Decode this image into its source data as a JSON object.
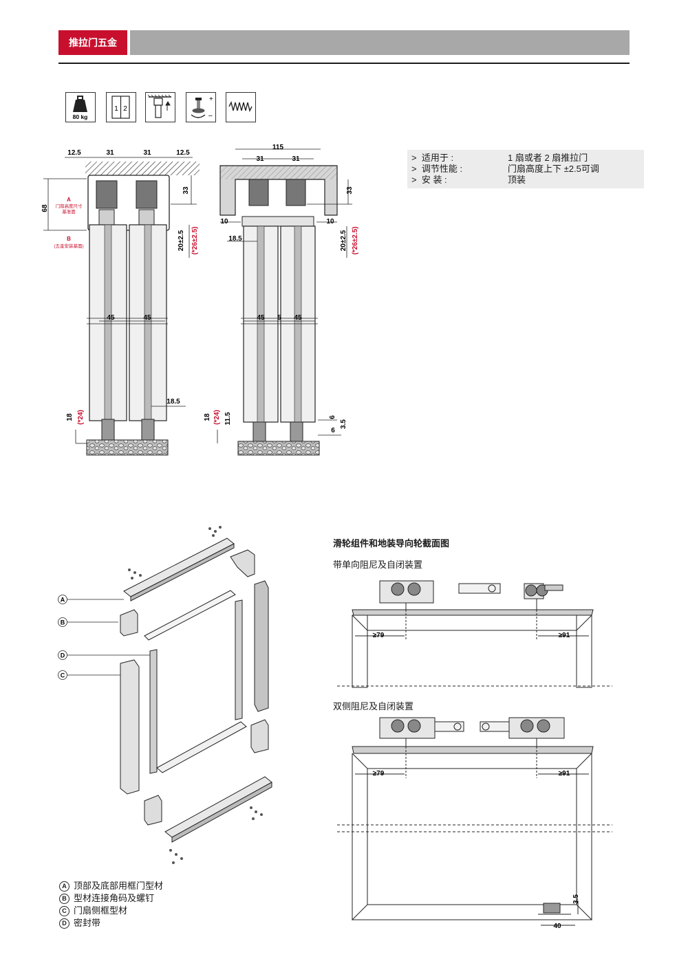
{
  "header": {
    "category": "推拉门五金"
  },
  "icons": {
    "weight": "80 kg",
    "panels": [
      "1",
      "2"
    ],
    "adjust_plus": "+",
    "adjust_minus": "–"
  },
  "specs": [
    {
      "bullet": ">",
      "key": "适用于 :",
      "value": "1 扇或者  2 扇推拉门"
    },
    {
      "bullet": ">",
      "key": "调节性能 :",
      "value": "门扇高度上下  ±2.5可调"
    },
    {
      "bullet": ">",
      "key": "安       装 :",
      "value": "顶装"
    }
  ],
  "drawing_left": {
    "dims": {
      "d12_5a": "12.5",
      "d31a": "31",
      "d31b": "31",
      "d12_5b": "12.5",
      "d68": "68",
      "d33": "33",
      "d20": "20±2.5",
      "d26": "(*26±2.5)",
      "d45a": "45",
      "d45b": "45",
      "d18_5": "18.5",
      "d18": "18",
      "d24": "(*24)"
    },
    "label_a": "A",
    "label_a_text1": "门扇高度尺寸",
    "label_a_text2": "基准面",
    "label_b": "B",
    "label_b_text": "(五金安装基面)"
  },
  "drawing_right": {
    "dims": {
      "d115": "115",
      "d31a": "31",
      "d31b": "31",
      "d33": "33",
      "d10a": "10",
      "d10b": "10",
      "d18_5": "18.5",
      "d20": "20±2.5",
      "d26": "(*26±2.5)",
      "d45a": "45",
      "d5": "5",
      "d45b": "45",
      "d18": "18",
      "d24": "(*24)",
      "d11_5": "11.5",
      "d6a": "6",
      "d3_5": "3.5",
      "d6b": "6"
    }
  },
  "exploded": {
    "callouts": [
      "A",
      "B",
      "D",
      "C"
    ]
  },
  "legend": [
    {
      "mark": "A",
      "text": "顶部及底部用框门型材"
    },
    {
      "mark": "B",
      "text": "型材连接角码及螺钉"
    },
    {
      "mark": "C",
      "text": "门扇侧框型材"
    },
    {
      "mark": "D",
      "text": "密封带"
    }
  ],
  "sections": {
    "title": "滑轮组件和地装导向轮截面图",
    "single": {
      "title": "带单向阻尼及自闭装置",
      "d79": "≥79",
      "d91": "≥91"
    },
    "double": {
      "title": "双侧阻尼及自闭装置",
      "d79": "≥79",
      "d91": "≥91",
      "d3_5": "3.5",
      "d40": "40"
    }
  },
  "colors": {
    "brand_red": "#c8102e",
    "header_gray": "#a8a8a8",
    "panel_gray": "#ececec"
  }
}
